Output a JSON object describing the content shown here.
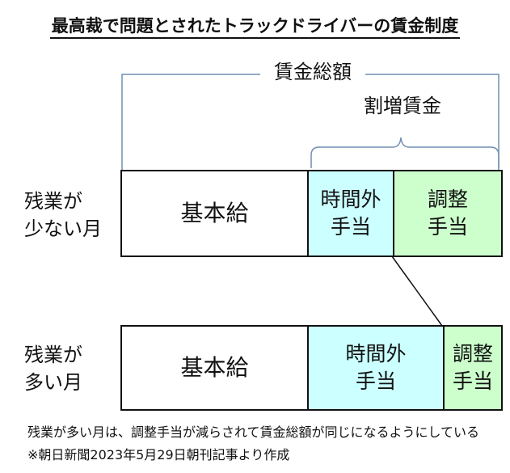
{
  "title": "最高裁で問題とされたトラックドライバーの賃金制度",
  "labels": {
    "total_wage": "賃金総額",
    "premium_wage": "割増賃金"
  },
  "rows": [
    {
      "label": "残業が\n少ない月",
      "cells": {
        "base": "基本給",
        "overtime": "時間外\n手当",
        "adjustment": "調整\n手当"
      }
    },
    {
      "label": "残業が\n多い月",
      "cells": {
        "base": "基本給",
        "overtime": "時間外\n手当",
        "adjustment": "調整\n手当"
      }
    }
  ],
  "notes": {
    "explanation": "残業が多い月は、調整手当が減らされて賃金総額が同じになるようにしている",
    "source": "※朝日新聞2023年5月29日朝刊記事より作成"
  },
  "colors": {
    "overtime_fill": "#ccffff",
    "adjustment_fill": "#ccffcc",
    "bracket": "#6f8fb2"
  }
}
